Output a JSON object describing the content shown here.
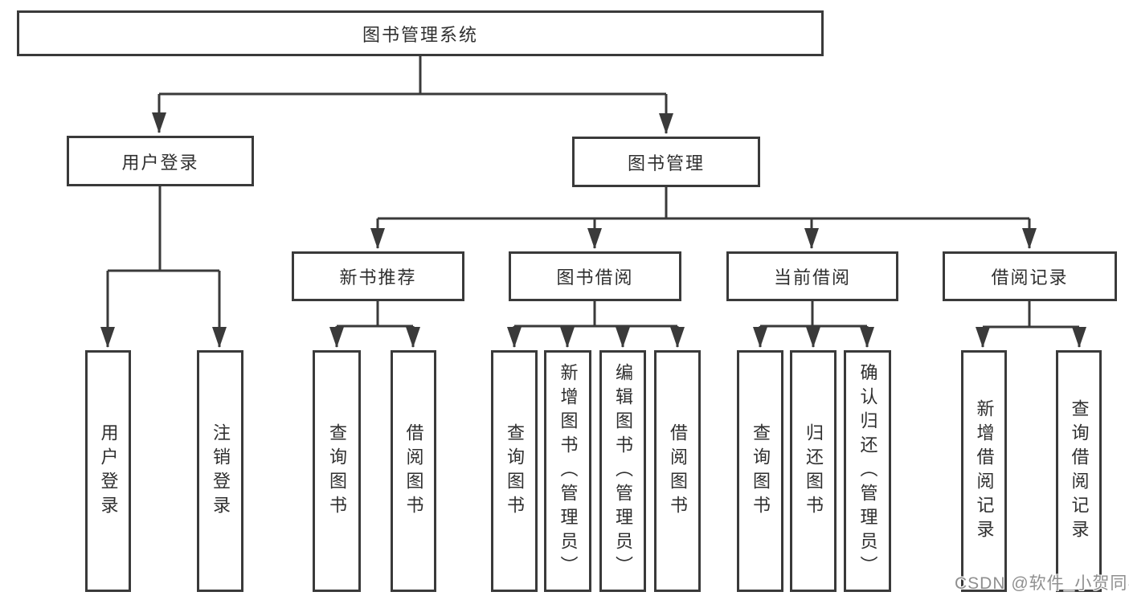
{
  "root": "图书管理系统",
  "level2": [
    "用户登录",
    "图书管理"
  ],
  "groups": [
    {
      "parent": "用户登录",
      "children": [
        "用户登录",
        "注销登录"
      ]
    },
    {
      "parent": "新书推荐",
      "children": [
        "查询图书",
        "借阅图书"
      ]
    },
    {
      "parent": "图书借阅",
      "children": [
        "查询图书",
        "新增图书（管理员）",
        "编辑图书（管理员）",
        "借阅图书"
      ]
    },
    {
      "parent": "当前借阅",
      "children": [
        "查询图书",
        "归还图书",
        "确认归还（管理员）"
      ]
    },
    {
      "parent": "借阅记录",
      "children": [
        "新增借阅记录",
        "查询借阅记录"
      ]
    }
  ],
  "watermark": "CSDN @软件_小贺同学",
  "colors": {
    "line": "#3a3a3a",
    "box_border": "#3a3a3a",
    "text": "#2f2f2f",
    "watermark": "#8f8f8f",
    "background": "#ffffff"
  }
}
